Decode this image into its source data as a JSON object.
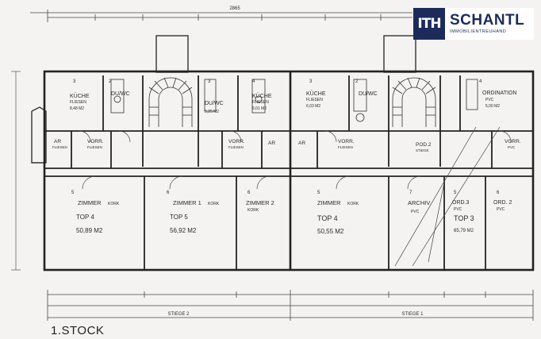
{
  "logo": {
    "mark": "ITH",
    "brand": "SCHANTL",
    "subtitle": "IMMOBILIENTREUHAND"
  },
  "floor_label": "1.STOCK",
  "top_dimension": "2865",
  "stairs": [
    "STIEGE 2",
    "STIEGE 1"
  ],
  "top_rooms": [
    {
      "num": "3",
      "name": "KÜCHE",
      "sub": "FLIESEN",
      "area": "8,48 M2"
    },
    {
      "num": "2",
      "name": "DU/WC",
      "sub": "",
      "area": ""
    },
    {
      "num": "3",
      "name": "DU/WC",
      "sub": "",
      "area": "5,25 M2"
    },
    {
      "num": "4",
      "name": "KÜCHE",
      "sub": "FLIESEN",
      "area": "6,01 M2"
    },
    {
      "num": "3",
      "name": "KÜCHE",
      "sub": "FLIESEN",
      "area": "6,03 M2"
    },
    {
      "num": "2",
      "name": "DU/WC",
      "sub": "",
      "area": ""
    },
    {
      "num": "4",
      "name": "ORDINATION",
      "sub": "PVC",
      "area": "5,00 M2"
    }
  ],
  "mid_rooms": [
    {
      "name": "AR",
      "sub": "FLIESEN"
    },
    {
      "name": "VORR.",
      "sub": "FLIESEN"
    },
    {
      "name": "VORR.",
      "sub": "FLIESEN"
    },
    {
      "name": "AR",
      "sub": ""
    },
    {
      "name": "AR",
      "sub": ""
    },
    {
      "name": "VORR.",
      "sub": "FLIESEN"
    },
    {
      "name": "POD.2",
      "sub": "STIEGE"
    },
    {
      "name": "VORR.",
      "sub": "PVC"
    }
  ],
  "bottom_rooms": [
    {
      "num": "5",
      "name": "ZIMMER",
      "sub": "KORK",
      "top": "TOP 4",
      "area": "50,89 M2"
    },
    {
      "num": "6",
      "name": "ZIMMER 1",
      "sub": "KORK",
      "top": "TOP 5",
      "area": "56,92 M2"
    },
    {
      "num": "6",
      "name": "ZIMMER 2",
      "sub": "KORK",
      "top": "",
      "area": ""
    },
    {
      "num": "5",
      "name": "ZIMMER",
      "sub": "KORK",
      "top": "TOP 4",
      "area": "50,55 M2"
    },
    {
      "num": "7",
      "name": "ARCHIV",
      "sub": "PVC",
      "top": "",
      "area": ""
    },
    {
      "num": "5",
      "name": "ORD.3",
      "sub": "PVC",
      "top": "TOP 3",
      "area": "65,79 M2"
    },
    {
      "num": "6",
      "name": "ORD. 2",
      "sub": "PVC",
      "top": "",
      "area": ""
    }
  ]
}
